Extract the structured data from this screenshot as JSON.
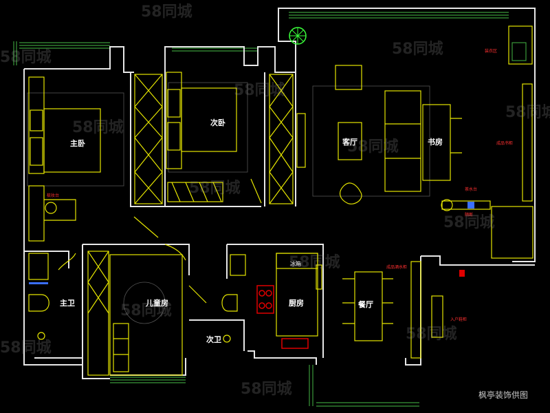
{
  "rooms": {
    "master_bedroom": "主卧",
    "second_bedroom": "次卧",
    "living_room": "客厅",
    "study": "书房",
    "master_bath": "主卫",
    "kids_room": "儿童房",
    "kitchen": "厨房",
    "dining_room": "餐厅",
    "second_bath": "次卫"
  },
  "fixtures": {
    "fridge": "冰箱"
  },
  "annotations": {
    "storage_area": "装衣区",
    "study_cabinet": "成品书柜",
    "master_desk": "梳妆台",
    "tea_area": "茶水台",
    "partition": "隔断",
    "entry_cabinet": "入户鞋柜",
    "balcony_cabinet": "成品酒水柜"
  },
  "watermark": "58同城",
  "credit": "枫亭装饰供图",
  "colors": {
    "wall": "#e8e8e8",
    "furniture": "#e6e600",
    "window": "#3a9a3a",
    "accent": "#e00000",
    "background": "#000000"
  }
}
